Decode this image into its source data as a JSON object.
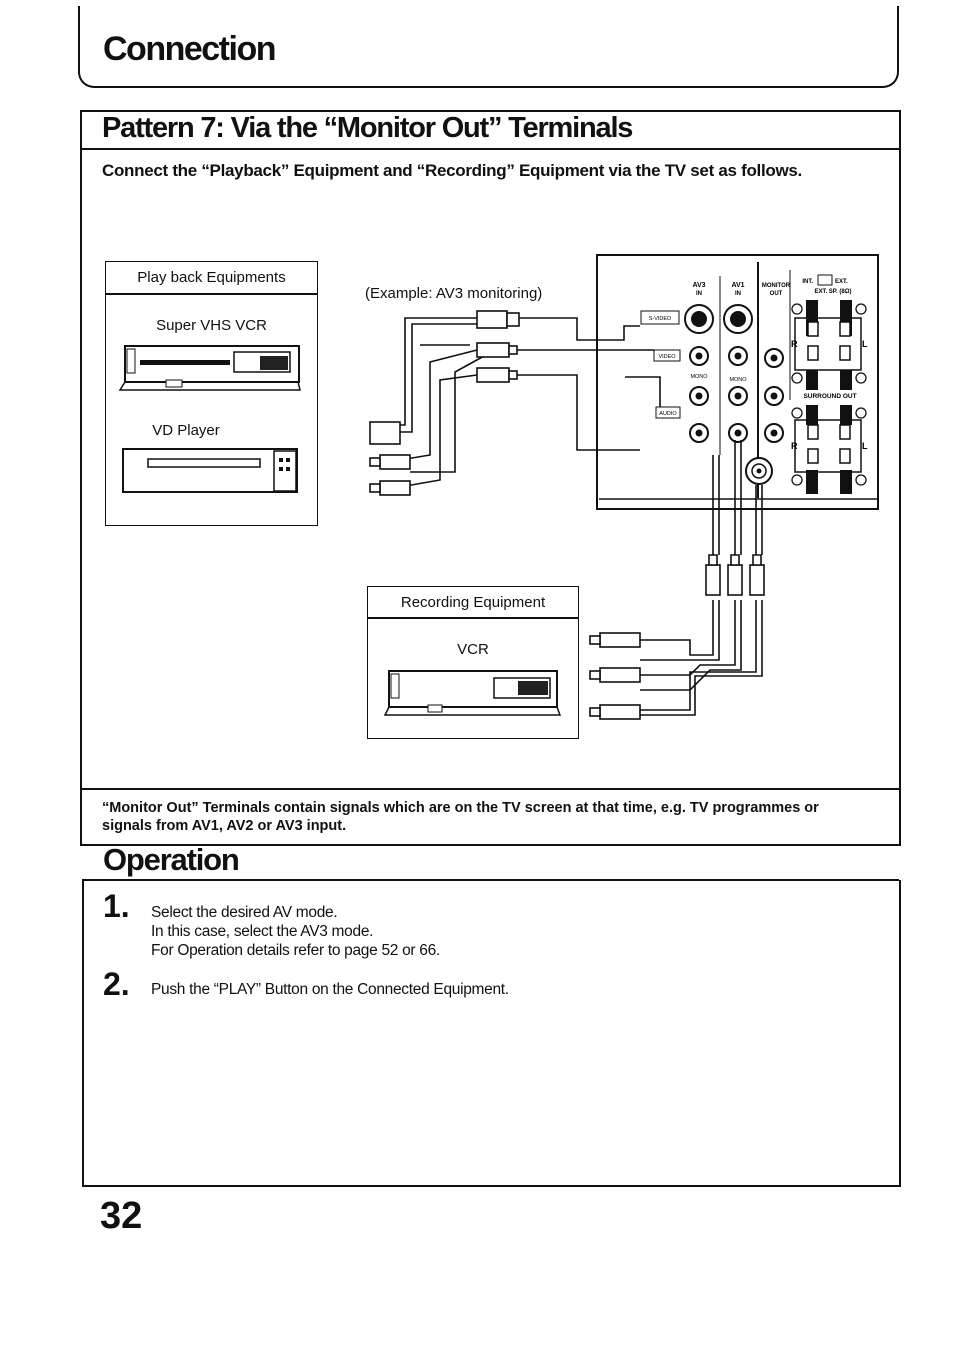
{
  "header": {
    "title": "Connection"
  },
  "pattern": {
    "title": "Pattern 7: Via the “Monitor Out” Terminals",
    "intro": "Connect the “Playback” Equipment and “Recording” Equipment via the TV set as follows."
  },
  "diagram": {
    "playback": {
      "heading": "Play back Equipments",
      "device1": "Super VHS VCR",
      "device2": "VD Player"
    },
    "example_label": "(Example: AV3 monitoring)",
    "recording": {
      "heading": "Recording Equipment",
      "device": "VCR"
    },
    "panel": {
      "av3_in": "AV3",
      "av3_in_sub": "IN",
      "av1_in": "AV1",
      "av1_in_sub": "IN",
      "monitor_out": "MONITOR",
      "monitor_out_sub": "OUT",
      "s_video": "S-VIDEO",
      "video": "VIDEO",
      "audio": "AUDIO",
      "mono": "MONO",
      "int": "INT.",
      "ext": "EXT.",
      "ext_sp": "EXT. SP. (8Ω)",
      "surround_out": "SURROUND OUT",
      "r": "R",
      "l": "L"
    }
  },
  "note": "“Monitor Out” Terminals contain signals which are on the TV screen at that time, e.g. TV programmes or signals from AV1, AV2 or AV3 input.",
  "operation": {
    "title": "Operation",
    "steps": [
      {
        "num": "1.",
        "lines": [
          "Select the desired AV mode.",
          "In this case, select the AV3 mode.",
          "For Operation details refer to page 52 or 66."
        ]
      },
      {
        "num": "2.",
        "lines": [
          "Push the “PLAY” Button on the Connected Equipment."
        ]
      }
    ]
  },
  "page_number": "32"
}
